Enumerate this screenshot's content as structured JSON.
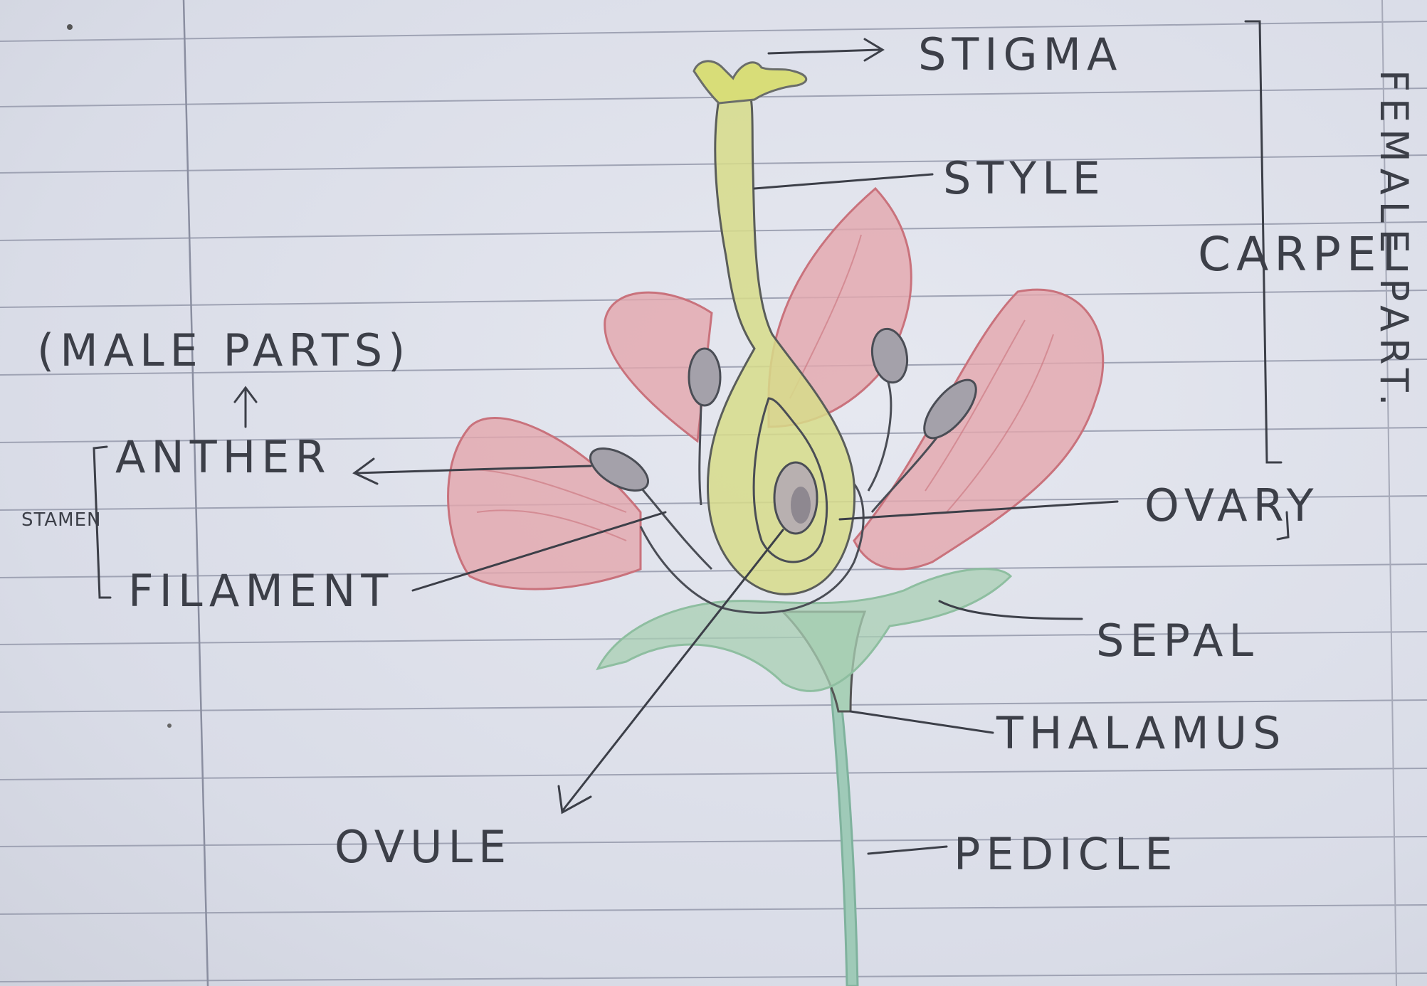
{
  "diagram": {
    "group_label": "(MALE PARTS)",
    "labels": {
      "stigma": "STIGMA",
      "style": "STYLE",
      "carpel": "CARPEL",
      "female_part": "FEMALE PART.",
      "anther": "ANTHER",
      "stamen": "STAMEN",
      "filament": "FILAMENT",
      "ovary": "OVARY",
      "sepal": "SEPAL",
      "thalamus": "THALAMUS",
      "ovule": "OVULE",
      "pedicle": "PEDICLE"
    },
    "colors": {
      "paper": "#dfe2ec",
      "rule_line": "#9fa3b4",
      "margin_line": "#8a8ea0",
      "pencil": "#3c3f48",
      "petal": "#e4a6ad",
      "petal_stroke": "#c9727c",
      "carpel": "#d7dc8a",
      "sepal": "#a8cfb3",
      "stem": "#9fcab8",
      "anther_fill": "#a4a1aa"
    }
  }
}
